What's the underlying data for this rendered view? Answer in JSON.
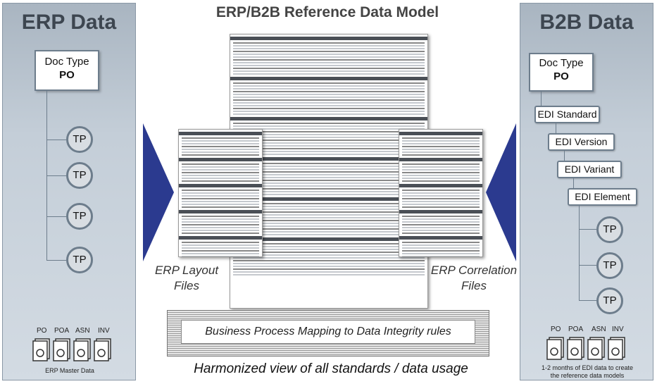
{
  "title": "ERP/B2B Reference Data Model",
  "erp": {
    "title": "ERP Data",
    "doctype_line1": "Doc Type",
    "doctype_line2": "PO",
    "tps": [
      "TP",
      "TP",
      "TP",
      "TP"
    ],
    "doc_labels": [
      "PO",
      "POA",
      "ASN",
      "INV"
    ],
    "caption": "ERP Master Data"
  },
  "b2b": {
    "title": "B2B Data",
    "doctype_line1": "Doc Type",
    "doctype_line2": "PO",
    "edi_steps": [
      "EDI Standard",
      "EDI Version",
      "EDI Variant",
      "EDI Element"
    ],
    "tps": [
      "TP",
      "TP",
      "TP"
    ],
    "doc_labels": [
      "PO",
      "POA",
      "ASN",
      "INV"
    ],
    "caption_line1": "1-2 months of EDI data to create",
    "caption_line2": "the reference data models"
  },
  "left_label": {
    "line1": "ERP Layout",
    "line2": "Files"
  },
  "right_label": {
    "line1": "ERP Correlation",
    "line2": "Files"
  },
  "bpm": "Business Process Mapping to Data Integrity rules",
  "footer": "Harmonized view of all standards / data usage",
  "colors": {
    "panel": "#c4ced8",
    "border": "#6d7d8c",
    "arrow": "#2b3a8f"
  }
}
